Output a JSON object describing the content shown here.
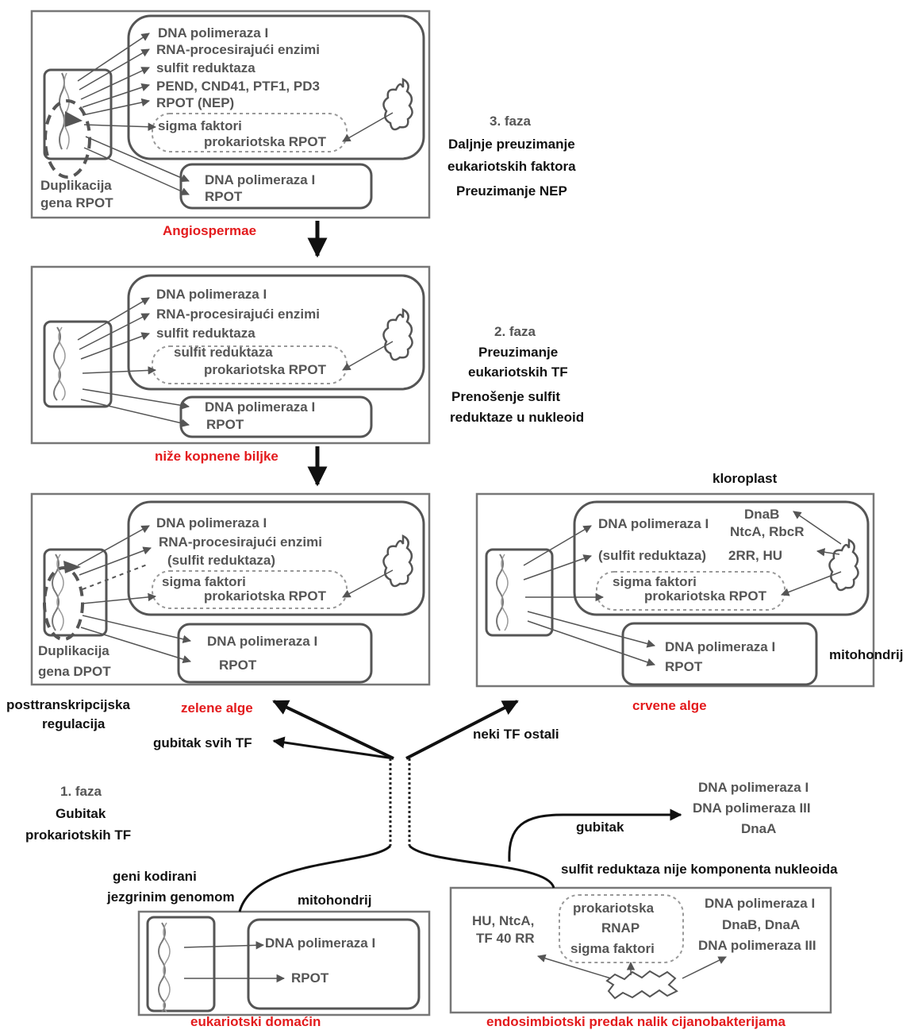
{
  "angiospermae": {
    "caption": "Angiospermae",
    "chl": [
      "DNA polimeraza I",
      "RNA-procesirajući  enzimi",
      "sulfit reduktaza",
      "PEND, CND41, PTF1, PD3",
      "RPOT (NEP)"
    ],
    "nuc": [
      "sigma faktori",
      "prokariotska RPOT"
    ],
    "mito": [
      "DNA polimeraza  I",
      "RPOT"
    ],
    "dup": [
      "Duplikacija",
      "gena RPOT"
    ]
  },
  "phase3": {
    "title": "3. faza",
    "lines": [
      "Daljnje preuzimanje",
      "eukariotskih faktora",
      "Preuzimanje NEP"
    ]
  },
  "lower": {
    "caption": "niže kopnene  biljke",
    "chl": [
      "DNA polimeraza I",
      "RNA-procesirajući  enzimi",
      "sulfit reduktaza"
    ],
    "nuc": [
      "sulfit reduktaza",
      "prokariotska RPOT"
    ],
    "mito": [
      "DNA polimeraza  I",
      "RPOT"
    ]
  },
  "phase2": {
    "title": "2. faza",
    "lines": [
      "Preuzimanje",
      "eukariotskih TF",
      "Prenošenje sulfit",
      "reduktaze u nukleoid"
    ]
  },
  "green": {
    "caption": "zelene alge",
    "chl": [
      "DNA polimeraza  I",
      "RNA-procesirajući  enzimi",
      "(sulfit reduktaza)"
    ],
    "nuc": [
      "sigma faktori",
      "prokariotska RPOT"
    ],
    "mito": [
      "DNA polimeraza  I",
      "RPOT"
    ],
    "dup": [
      "Duplikacija",
      "gena DPOT"
    ]
  },
  "red": {
    "caption": "crvene alge",
    "chloroplast_label": "kloroplast",
    "mito_label": "mitohondrij",
    "chl": [
      "DNA polimeraza  I",
      "(sulfit reduktaza)"
    ],
    "side": [
      "DnaB",
      "NtcA, RbcR",
      "2RR, HU"
    ],
    "nuc": [
      "sigma faktori",
      "prokariotska RPOT"
    ],
    "mito": [
      "DNA polimeraza  I",
      "RPOT"
    ]
  },
  "branch": {
    "posttrans": [
      "posttranskripcijska",
      "regulacija"
    ],
    "loss_all": "gubitak svih TF",
    "some_tf": "neki TF ostali",
    "loss": "gubitak",
    "lost_list": [
      "DNA polimeraza I",
      "DNA polimeraza III",
      "DnaA"
    ],
    "sulfit_note": "sulfit reduktaza nije komponenta  nukleoida",
    "nuclear_genes": [
      "geni kodirani",
      "jezgrinim genomom"
    ],
    "mito_label": "mitohondrij"
  },
  "phase1": {
    "title": "1. faza",
    "lines": [
      "Gubitak",
      "prokariotskih TF"
    ]
  },
  "host": {
    "caption": "eukariotski domaćin",
    "mito": [
      "DNA polimeraza  I",
      "RPOT"
    ]
  },
  "cyano": {
    "caption": "endosimbiotski  predak nalik cijanobakterijama",
    "left": [
      "HU, NtcA,",
      "TF 40 RR"
    ],
    "center": [
      "prokariotska",
      "RNAP",
      "sigma faktori"
    ],
    "right": [
      "DNA polimeraza I",
      "DnaB, DnaA",
      "DNA polimeraza III"
    ]
  },
  "colors": {
    "arrow": "#555555",
    "caption": "#e31a1c",
    "text": "#555555"
  }
}
